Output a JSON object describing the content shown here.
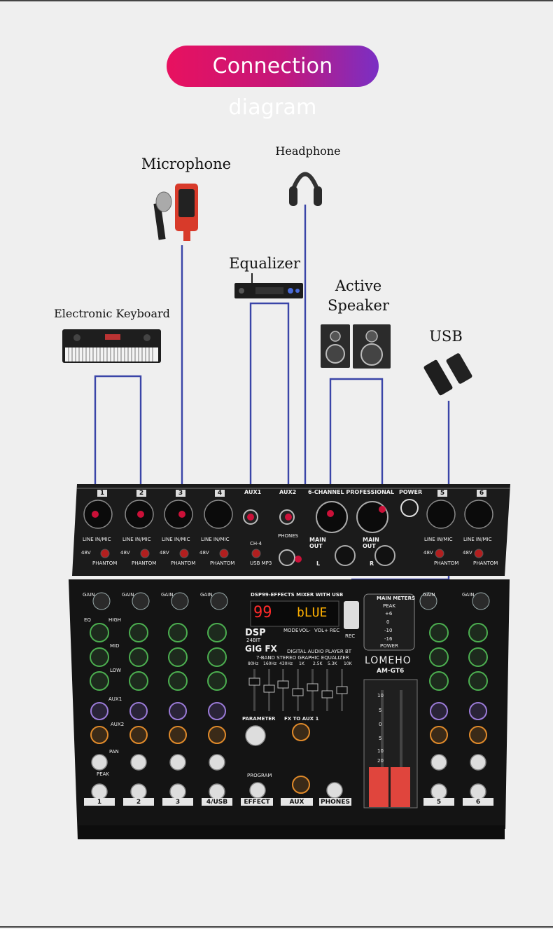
{
  "title": "Connection diagram",
  "devices": {
    "microphone": "Microphone",
    "headphone": "Headphone",
    "equalizer": "Equalizer",
    "active_speaker_line1": "Active",
    "active_speaker_line2": "Speaker",
    "electronic_keyboard": "Electronic Keyboard",
    "usb": "USB"
  },
  "mixer": {
    "brand": "LOMEHO",
    "model": "AM-GT6",
    "top_banner": "6-CHANNEL PROFESSIONAL",
    "power": "POWER",
    "channels": [
      "1",
      "2",
      "3",
      "4",
      "5",
      "6"
    ],
    "line_in_mic": "LINE IN/MIC",
    "phantom": "PHANTOM",
    "v48": "48V",
    "aux1": "AUX1",
    "aux2": "AUX2",
    "phones": "PHONES",
    "main_out": "MAIN OUT",
    "ch4": "CH-4",
    "usb_mp3": "USB MP3",
    "l": "L",
    "r": "R",
    "effects_title": "DSP99-EFFECTS MIXER WITH USB",
    "display_left": "99",
    "display_right": "bLUE",
    "dsp_line1": "DSP",
    "dsp_line2": "24BIT",
    "gigfx": "GIG FX",
    "player_buttons": [
      "MODE",
      "VOL-",
      "VOL+",
      "REC"
    ],
    "digital_player": "DIGITAL AUDIO PLAYER",
    "rec": "REC",
    "bt": "BT",
    "eq_title": "7-BAND STEREO GRAPHIC EQUALIZER",
    "eq_bands": [
      "80Hz",
      "160Hz",
      "430Hz",
      "1K",
      "2.5K",
      "5.3K",
      "10K"
    ],
    "meters_title": "MAIN METERS",
    "peak": "PEAK",
    "meter_levels": [
      "+6",
      "0",
      "-10",
      "-16"
    ],
    "gain": "GAIN",
    "eq": "EQ",
    "high": "HIGH",
    "mid": "MID",
    "low": "LOW",
    "fx": "FX",
    "pan": "PAN",
    "parameter": "PARAMETER",
    "program": "PROGRAM",
    "fx_to_aux1": "FX TO AUX 1",
    "effect": "EFFECT",
    "aux": "AUX",
    "bottom_labels": [
      "1",
      "2",
      "3",
      "4/USB",
      "EFFECT",
      "AUX",
      "PHONES",
      "5",
      "6"
    ],
    "fader_scale": [
      "10",
      "5",
      "0",
      "5",
      "10",
      "20"
    ]
  },
  "colors": {
    "wire": "#3a45a8",
    "connector_glow": "#e0113d",
    "title_gradient_start": "#e8115f",
    "title_gradient_end": "#7a2fc4"
  }
}
